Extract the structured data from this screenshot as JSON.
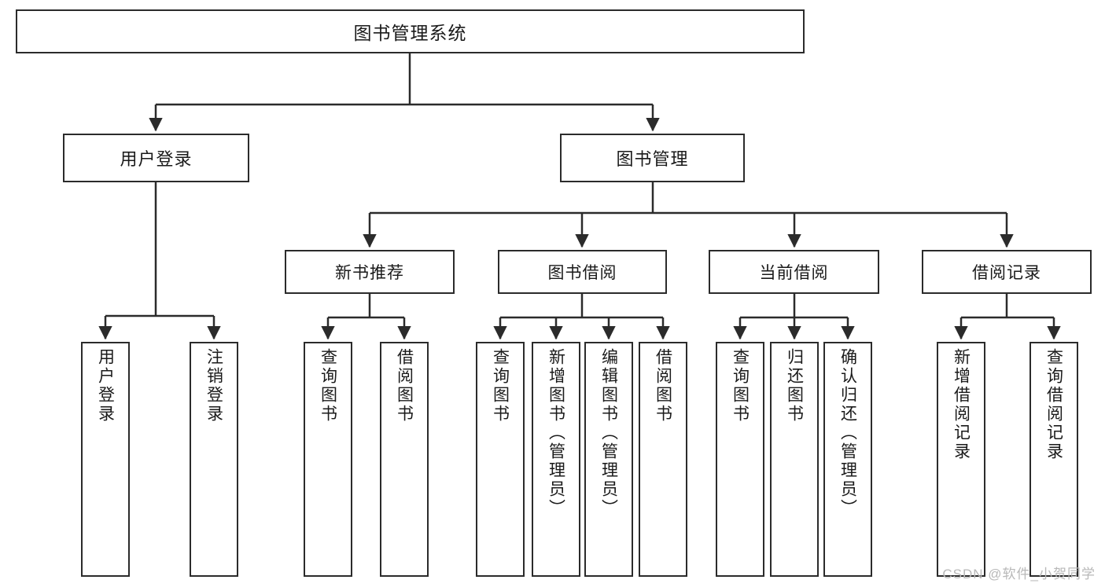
{
  "diagram": {
    "title": "图书管理系统",
    "watermark": "CSDN @软件_小贺同学",
    "stroke_color": "#2b2b2b",
    "background_color": "#ffffff",
    "root": {
      "label": "图书管理系统"
    },
    "level1": [
      {
        "label": "用户登录"
      },
      {
        "label": "图书管理"
      }
    ],
    "level2": [
      {
        "label": "新书推荐"
      },
      {
        "label": "图书借阅"
      },
      {
        "label": "当前借阅"
      },
      {
        "label": "借阅记录"
      }
    ],
    "leaves": {
      "user_login": [
        {
          "label": "用户登录"
        },
        {
          "label": "注销登录"
        }
      ],
      "new_book_recommend": [
        {
          "label": "查询图书"
        },
        {
          "label": "借阅图书"
        }
      ],
      "book_borrow": [
        {
          "label": "查询图书"
        },
        {
          "label": "新增图书（管理员）"
        },
        {
          "label": "编辑图书（管理员）"
        },
        {
          "label": "借阅图书"
        }
      ],
      "current_borrow": [
        {
          "label": "查询图书"
        },
        {
          "label": "归还图书"
        },
        {
          "label": "确认归还（管理员）"
        }
      ],
      "borrow_record": [
        {
          "label": "新增借阅记录"
        },
        {
          "label": "查询借阅记录"
        }
      ]
    }
  }
}
